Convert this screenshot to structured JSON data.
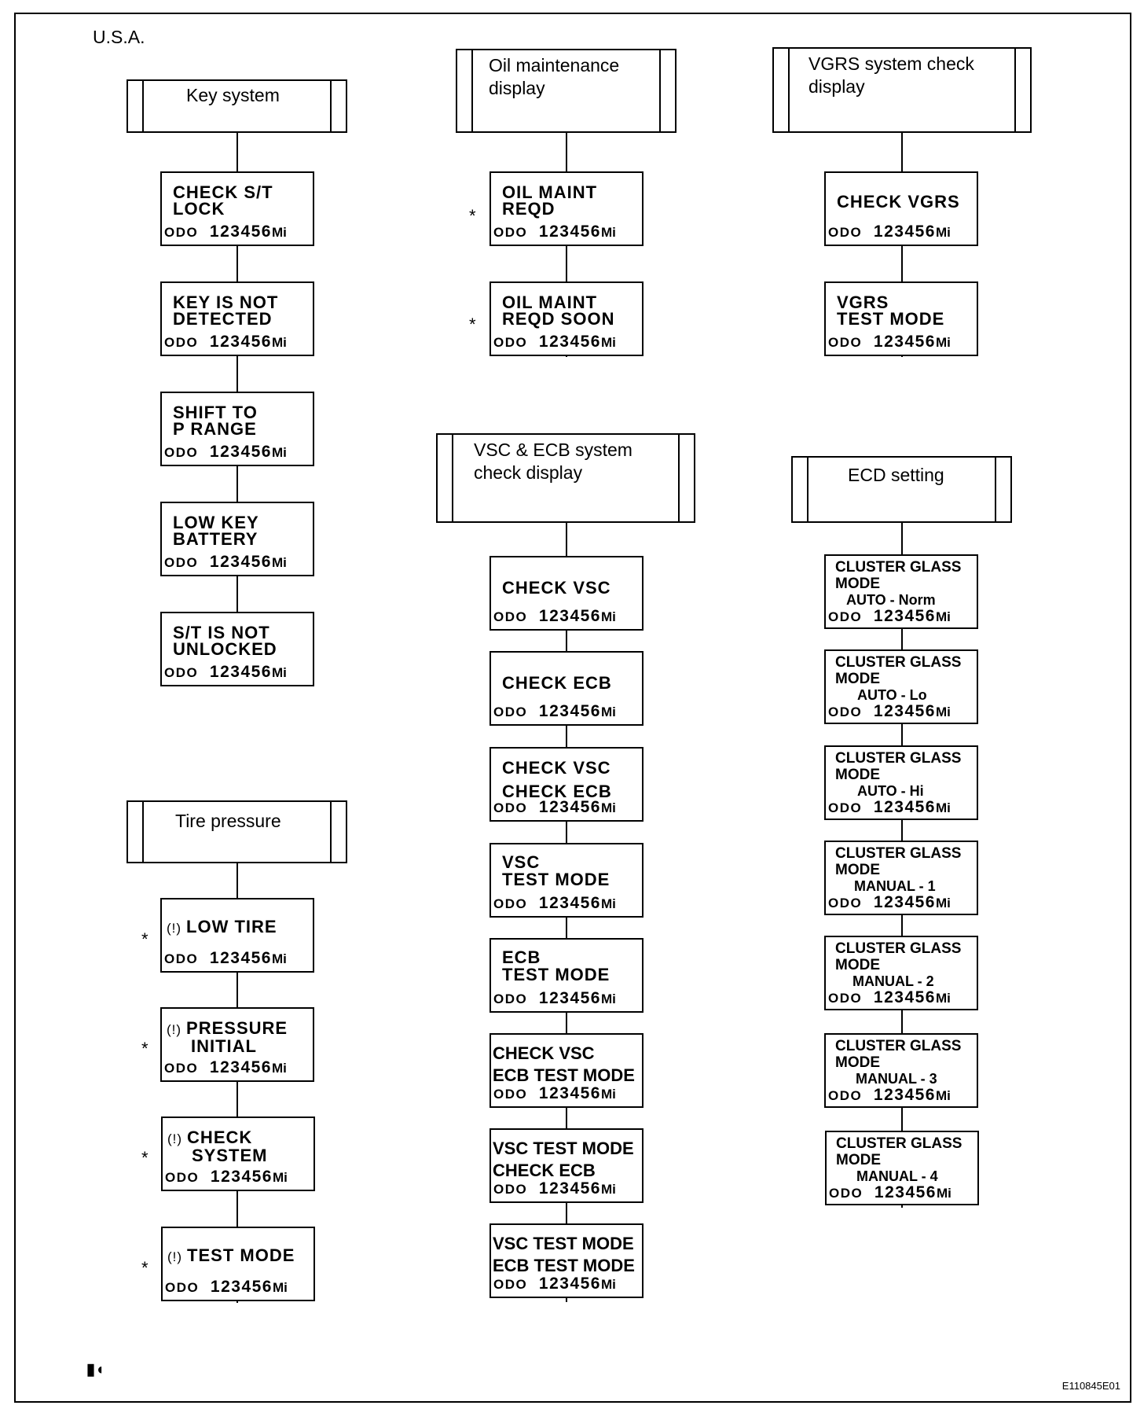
{
  "region": "U.S.A.",
  "image_code": "E110845E01",
  "logo_glyph": "▮◖",
  "tire_icon": "(!)",
  "star": "*",
  "odo_label": "ODO",
  "odo_value": "123456",
  "odo_unit": "Mi",
  "groups": {
    "key": {
      "title": "Key system",
      "displays": [
        {
          "line1": "CHECK S/T",
          "line2": "LOCK"
        },
        {
          "line1": "KEY IS NOT",
          "line2": "DETECTED"
        },
        {
          "line1": "SHIFT TO",
          "line2": "P RANGE"
        },
        {
          "line1": "LOW KEY",
          "line2": "BATTERY"
        },
        {
          "line1": "S/T IS NOT",
          "line2": "UNLOCKED"
        }
      ]
    },
    "tire": {
      "title": "Tire pressure",
      "displays": [
        {
          "line1": "LOW TIRE",
          "line2": ""
        },
        {
          "line1": "PRESSURE",
          "line2": "INITIAL"
        },
        {
          "line1": "CHECK",
          "line2": "SYSTEM"
        },
        {
          "line1": "TEST MODE",
          "line2": ""
        }
      ]
    },
    "oil": {
      "title_line1": "Oil maintenance",
      "title_line2": "display",
      "displays": [
        {
          "line1": "OIL MAINT",
          "line2": "REQD"
        },
        {
          "line1": "OIL MAINT",
          "line2": "REQD SOON"
        }
      ]
    },
    "vsc": {
      "title_line1": "VSC & ECB system",
      "title_line2": "check display",
      "displays": [
        {
          "line1": "CHECK VSC",
          "line2": ""
        },
        {
          "line1": "CHECK ECB",
          "line2": ""
        },
        {
          "line1": "CHECK VSC",
          "line2": "CHECK ECB"
        },
        {
          "line1": "VSC",
          "line2": "TEST MODE"
        },
        {
          "line1": "ECB",
          "line2": "TEST MODE"
        },
        {
          "line1": "CHECK VSC",
          "line2": "ECB TEST MODE"
        },
        {
          "line1": "VSC TEST MODE",
          "line2": "CHECK ECB"
        },
        {
          "line1": "VSC TEST MODE",
          "line2": "ECB TEST MODE"
        }
      ]
    },
    "vgrs": {
      "title_line1": "VGRS system check",
      "title_line2": "display",
      "displays": [
        {
          "line1": "CHECK VGRS",
          "line2": ""
        },
        {
          "line1": "VGRS",
          "line2": "TEST MODE"
        }
      ]
    },
    "ecd": {
      "title": "ECD setting",
      "displays": [
        {
          "line1": "CLUSTER GLASS",
          "line2": "MODE",
          "line3": "AUTO - Norm"
        },
        {
          "line1": "CLUSTER GLASS",
          "line2": "MODE",
          "line3": "AUTO - Lo"
        },
        {
          "line1": "CLUSTER GLASS",
          "line2": "MODE",
          "line3": "AUTO - Hi"
        },
        {
          "line1": "CLUSTER GLASS",
          "line2": "MODE",
          "line3": "MANUAL - 1"
        },
        {
          "line1": "CLUSTER GLASS",
          "line2": "MODE",
          "line3": "MANUAL - 2"
        },
        {
          "line1": "CLUSTER GLASS",
          "line2": "MODE",
          "line3": "MANUAL - 3"
        },
        {
          "line1": "CLUSTER GLASS",
          "line2": "MODE",
          "line3": "MANUAL - 4"
        }
      ]
    }
  }
}
